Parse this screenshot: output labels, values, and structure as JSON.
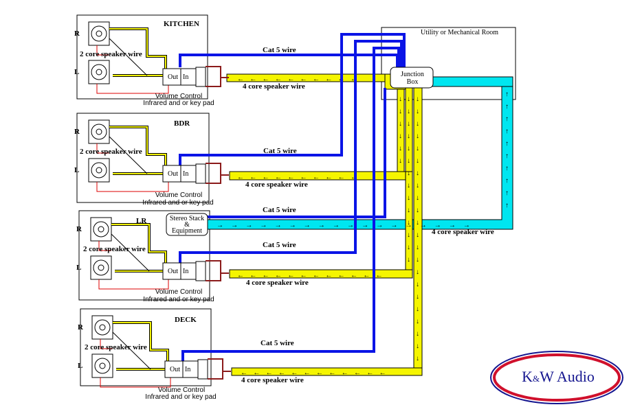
{
  "rooms": [
    {
      "name": "KITCHEN",
      "speaker_wire": "2 core speaker wire",
      "vc_out": "Out",
      "vc_in": "In",
      "cap1": "Volume Control",
      "cap2": "Infrared and or key pad",
      "cat5": "Cat 5 wire",
      "four_core": "4 core speaker wire"
    },
    {
      "name": "BDR",
      "speaker_wire": "2 core speaker wire",
      "vc_out": "Out",
      "vc_in": "In",
      "cap1": "Volume Control",
      "cap2": "Infrared and or key pad",
      "cat5": "Cat 5 wire",
      "four_core": "4 core speaker wire"
    },
    {
      "name": "LR",
      "speaker_wire": "2 core speaker wire",
      "vc_out": "Out",
      "vc_in": "In",
      "cap1": "Volume Control",
      "cap2": "Infrared and or key pad",
      "cat5": "Cat 5 wire",
      "four_core": "4 core speaker wire"
    },
    {
      "name": "DECK",
      "speaker_wire": "2 core speaker wire",
      "vc_out": "Out",
      "vc_in": "In",
      "cap1": "Volume Control",
      "cap2": "Infrared and or key pad",
      "cat5": "Cat 5 wire",
      "four_core": "4 core speaker wire"
    }
  ],
  "speaker_labels": {
    "right": "R",
    "left": "L"
  },
  "utility_room": "Utility or Mechanical Room",
  "junction_box": {
    "line1": "Junction",
    "line2": "Box"
  },
  "stereo_stack": {
    "line1": "Stereo Stack",
    "line2": "&",
    "line3": "Equipment"
  },
  "lr_cat5": "Cat 5 wire",
  "stereo_four_core": "4 core speaker wire",
  "logo": {
    "k": "K",
    "amp": "&",
    "rest": "W Audio"
  },
  "colors": {
    "cat5": "#0a14e6",
    "speaker": "#f5f500",
    "source": "#00e6f0",
    "vc_wire": "#8b1a1a",
    "logo_ring": "#d0102c"
  }
}
